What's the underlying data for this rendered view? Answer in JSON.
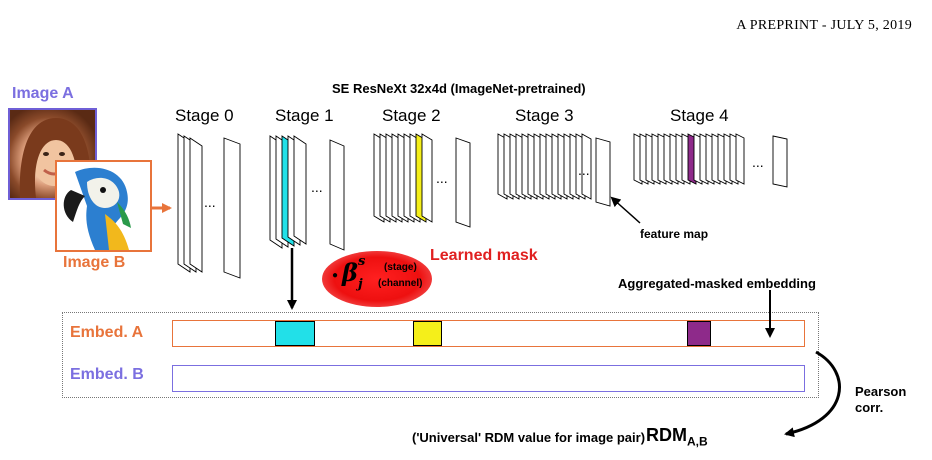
{
  "header": {
    "text": "A PREPRINT - JULY 5, 2019"
  },
  "diagram": {
    "title": "SE ResNeXt 32x4d (ImageNet-pretrained)",
    "stages": [
      "Stage 0",
      "Stage 1",
      "Stage 2",
      "Stage 3",
      "Stage 4"
    ],
    "ellipsis": "...",
    "images": {
      "a_label": "Image A",
      "b_label": "Image B"
    },
    "feature_map_label": "feature map",
    "learned_mask_label": "Learned mask",
    "mask": {
      "symbol": "β",
      "sup": "s",
      "sub": "j",
      "stage_note": "(stage)",
      "channel_note": "(channel)"
    },
    "aggregated_label": "Aggregated-masked embedding",
    "embed_a_label": "Embed. A",
    "embed_b_label": "Embed. B",
    "pearson_line1": "Pearson",
    "pearson_line2": "corr.",
    "rdm_text": "('Universal' RDM value for image pair)",
    "rdm_symbol": "RDM",
    "rdm_subscript": "A,B",
    "colors": {
      "orange": "#e8743b",
      "purple": "#7b6fe0",
      "cyan": "#22e0e8",
      "yellow": "#f5ef1a",
      "magenta": "#8e2a8a",
      "red": "#e02020"
    }
  }
}
